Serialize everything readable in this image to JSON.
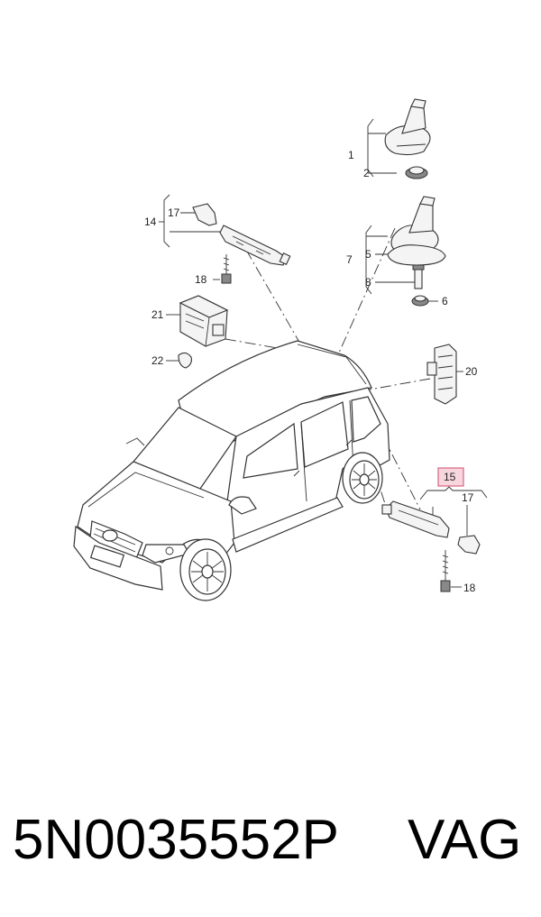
{
  "callouts": {
    "c1": "1",
    "c2": "2",
    "c5": "5",
    "c6": "6",
    "c7": "7",
    "c8": "8",
    "c14": "14",
    "c17a": "17",
    "c18a": "18",
    "c20": "20",
    "c21": "21",
    "c22": "22",
    "c15": "15",
    "c17b": "17",
    "c18b": "18"
  },
  "highlight": {
    "label": "15",
    "fill": "#f7d6de",
    "stroke": "#d24a6c"
  },
  "footer": {
    "part_number": "5N0035552P",
    "brand": "VAG"
  }
}
